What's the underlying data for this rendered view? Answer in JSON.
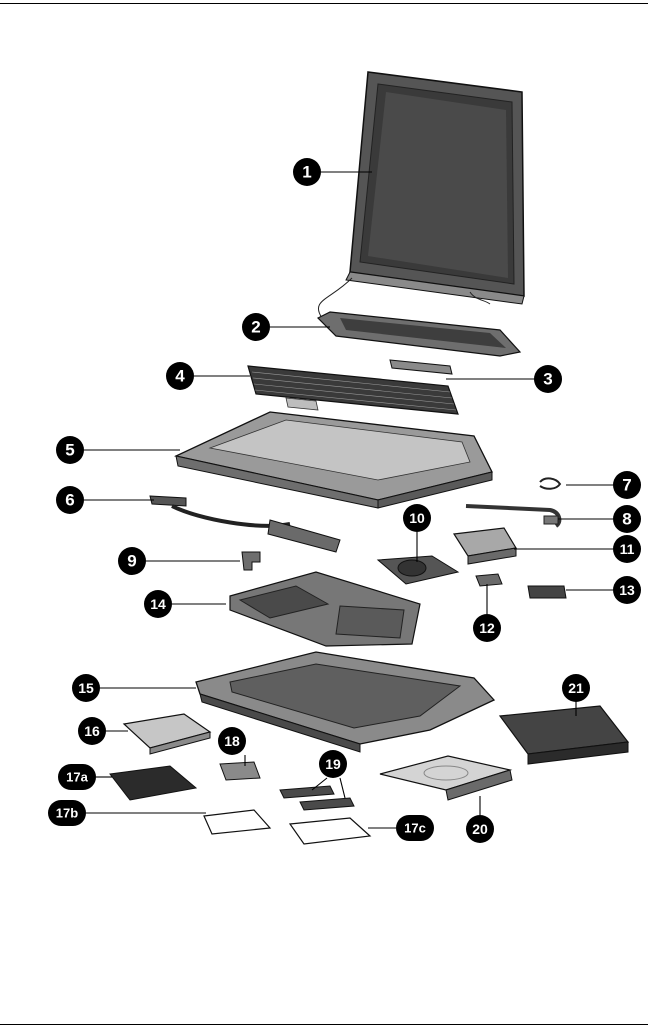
{
  "callouts": [
    {
      "id": "1",
      "label": "1"
    },
    {
      "id": "2",
      "label": "2"
    },
    {
      "id": "3",
      "label": "3"
    },
    {
      "id": "4",
      "label": "4"
    },
    {
      "id": "5",
      "label": "5"
    },
    {
      "id": "6",
      "label": "6"
    },
    {
      "id": "7",
      "label": "7"
    },
    {
      "id": "8",
      "label": "8"
    },
    {
      "id": "9",
      "label": "9"
    },
    {
      "id": "10",
      "label": "10"
    },
    {
      "id": "11",
      "label": "11"
    },
    {
      "id": "12",
      "label": "12"
    },
    {
      "id": "13",
      "label": "13"
    },
    {
      "id": "14",
      "label": "14"
    },
    {
      "id": "15",
      "label": "15"
    },
    {
      "id": "16",
      "label": "16"
    },
    {
      "id": "17a",
      "label": "17a"
    },
    {
      "id": "17b",
      "label": "17b"
    },
    {
      "id": "17c",
      "label": "17c"
    },
    {
      "id": "18",
      "label": "18"
    },
    {
      "id": "19",
      "label": "19"
    },
    {
      "id": "20",
      "label": "20"
    },
    {
      "id": "21",
      "label": "21"
    }
  ],
  "colors": {
    "callout_fill": "#000000",
    "callout_text": "#ffffff",
    "part_dark": "#2b2b2b",
    "part_mid": "#7a7a7a",
    "part_light": "#bdbdbd",
    "screen": "#3a3a3a"
  }
}
